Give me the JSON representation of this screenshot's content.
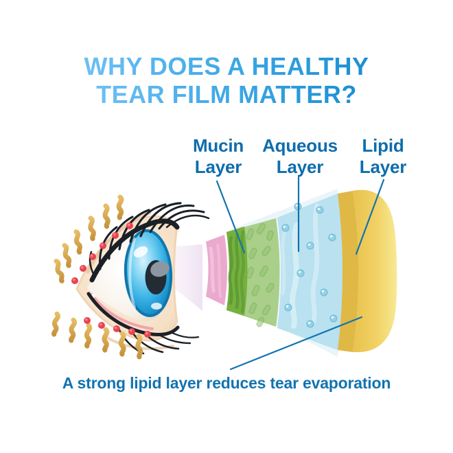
{
  "title": {
    "line1": "WHY DOES A HEALTHY",
    "line2": "TEAR FILM MATTER?"
  },
  "labels": [
    {
      "id": "mucin",
      "text": "Mucin\nLayer"
    },
    {
      "id": "aqueous",
      "text": "Aqueous\nLayer"
    },
    {
      "id": "lipid",
      "text": "Lipid\nLayer"
    }
  ],
  "caption": "A strong lipid layer reduces tear evaporation",
  "colors": {
    "title_gradient_start": "#6ec0f5",
    "title_gradient_end": "#1b8fd2",
    "label_text": "#0e6dad",
    "caption_text": "#1273b0",
    "leader_line": "#1273b0",
    "light_beam": "#f2e7f4",
    "cornea_band_pink": "#eba9ce",
    "mucin_dark_green": "#76b03f",
    "mucin_light_green": "#a9cf8a",
    "aqueous_blue": "#b9e1ef",
    "aqueous_shell_blue": "#d5ecf5",
    "lipid_dark_yellow": "#e0b845",
    "lipid_yellow": "#efcb58",
    "eye_skin": "#f8e6d0",
    "iris_blue": "#3cb4e6",
    "pupil_dark": "#242c35",
    "lash_black": "#1b1f26",
    "evaporation_gold": "#d9ab4e",
    "irritation_red": "#e8434f"
  },
  "icons": {
    "evaporation_squiggle": "gold wavy S-stroke",
    "irritation_dot": "red circle"
  }
}
